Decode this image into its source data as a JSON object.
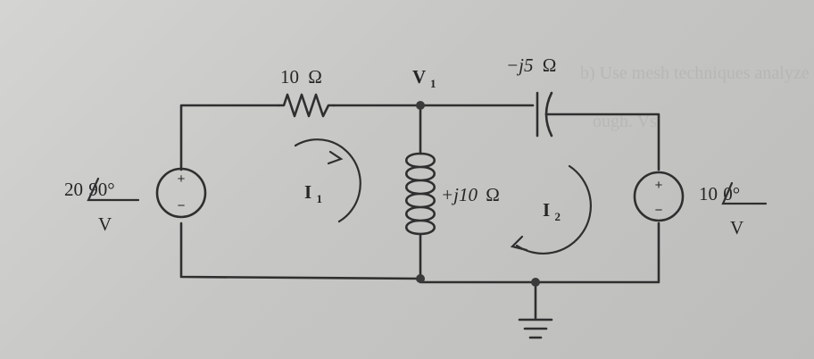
{
  "background_text": {
    "line1": "b) Use mesh techniques analyze the circuit",
    "line2": "ough. Vs"
  },
  "circuit": {
    "resistor": {
      "value": "10",
      "unit": "Ω"
    },
    "capacitor": {
      "value": "−j5",
      "unit": "Ω"
    },
    "inductor": {
      "value": "+j10",
      "unit": "Ω"
    },
    "node_label": {
      "main": "V",
      "sub": "1"
    },
    "mesh1": {
      "main": "I",
      "sub": "1"
    },
    "mesh2": {
      "main": "I",
      "sub": "2"
    },
    "source_left": {
      "magnitude": "20",
      "angle": "90°",
      "unit": "V",
      "plus": "+",
      "minus": "−"
    },
    "source_right": {
      "magnitude": "10",
      "angle": "0°",
      "unit": "V",
      "plus": "+",
      "minus": "−"
    }
  }
}
